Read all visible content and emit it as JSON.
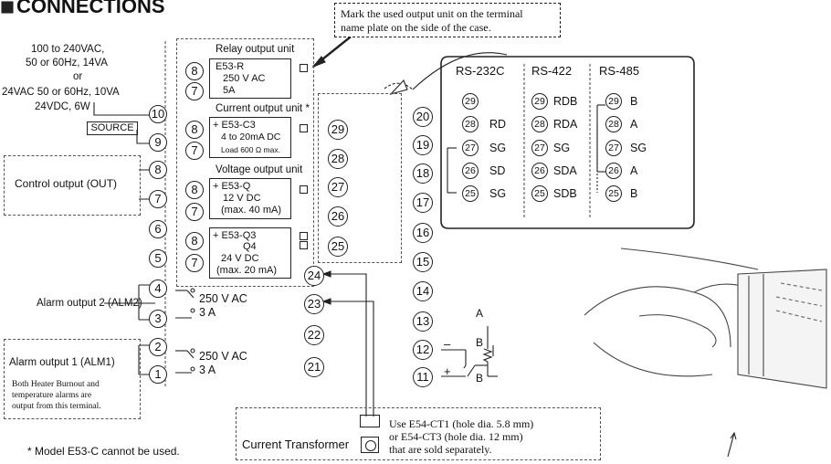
{
  "header": {
    "title": "CONNECTIONS"
  },
  "notes": {
    "mark_output_unit": [
      "Mark the used output unit on the terminal",
      "name plate on the side of the case."
    ],
    "ct_note": [
      "Use E54-CT1 (hole dia. 5.8 mm)",
      "or E54-CT3 (hole dia. 12 mm)",
      "that are sold separately."
    ],
    "model_note": "* Model E53-C cannot be used.",
    "heater_note": [
      "Both Heater Burnout and",
      "temperature alarms are",
      "output from this terminal."
    ]
  },
  "power": {
    "lines": [
      "100 to 240VAC,",
      "50 or 60Hz, 14VA",
      "or",
      "24VAC 50 or 60Hz, 10VA",
      "24VDC, 6W"
    ],
    "source_label": "SOURCE"
  },
  "labels": {
    "control_output": "Control output (OUT)",
    "alarm2": "Alarm output 2 (ALM2)",
    "alarm1": "Alarm output 1 (ALM1)",
    "alarm2_rating": [
      "250 V AC",
      "3 A"
    ],
    "alarm1_rating": [
      "250 V AC",
      "3 A"
    ],
    "current_transformer": "Current Transformer"
  },
  "units": {
    "relay": {
      "title": "Relay output unit",
      "lines": [
        "E53-R",
        "250 V AC",
        "5A"
      ]
    },
    "current": {
      "title": "Current output unit *",
      "lines": [
        "+ E53-C3",
        "4 to 20mA DC",
        "Load 600 Ω max."
      ]
    },
    "voltage": {
      "title": "Voltage output unit",
      "lines": [
        "+ E53-Q",
        "12 V DC",
        "(max. 40 mA)"
      ]
    },
    "voltage2": {
      "lines": [
        "+ E53-Q3",
        "Q4",
        "24 V DC",
        "(max. 20 mA)"
      ]
    }
  },
  "terminals": {
    "left": [
      "10",
      "9",
      "8",
      "7",
      "6",
      "5",
      "4",
      "3",
      "2",
      "1"
    ],
    "unit": [
      "8",
      "7",
      "8",
      "7",
      "8",
      "7",
      "8",
      "7"
    ],
    "middle": [
      "29",
      "28",
      "27",
      "26",
      "25",
      "24",
      "23",
      "22",
      "21"
    ],
    "right": [
      "20",
      "19",
      "18",
      "17",
      "16",
      "15",
      "14",
      "13",
      "12",
      "11"
    ]
  },
  "comm": {
    "headers": [
      "RS-232C",
      "RS-422",
      "RS-485"
    ],
    "rs232c": [
      {
        "num": "29",
        "sig": ""
      },
      {
        "num": "28",
        "sig": "RD"
      },
      {
        "num": "27",
        "sig": "SG"
      },
      {
        "num": "26",
        "sig": "SD"
      },
      {
        "num": "25",
        "sig": "SG"
      }
    ],
    "rs422": [
      {
        "num": "29",
        "sig": "RDB"
      },
      {
        "num": "28",
        "sig": "RDA"
      },
      {
        "num": "27",
        "sig": "SG"
      },
      {
        "num": "26",
        "sig": "SDA"
      },
      {
        "num": "25",
        "sig": "SDB"
      }
    ],
    "rs485": [
      {
        "num": "29",
        "sig": "B"
      },
      {
        "num": "28",
        "sig": "A"
      },
      {
        "num": "27",
        "sig": "SG"
      },
      {
        "num": "26",
        "sig": "A"
      },
      {
        "num": "25",
        "sig": "B"
      }
    ]
  },
  "thermo": {
    "minus": "–",
    "plus": "+",
    "a": "A",
    "b1": "B",
    "b2": "B"
  }
}
